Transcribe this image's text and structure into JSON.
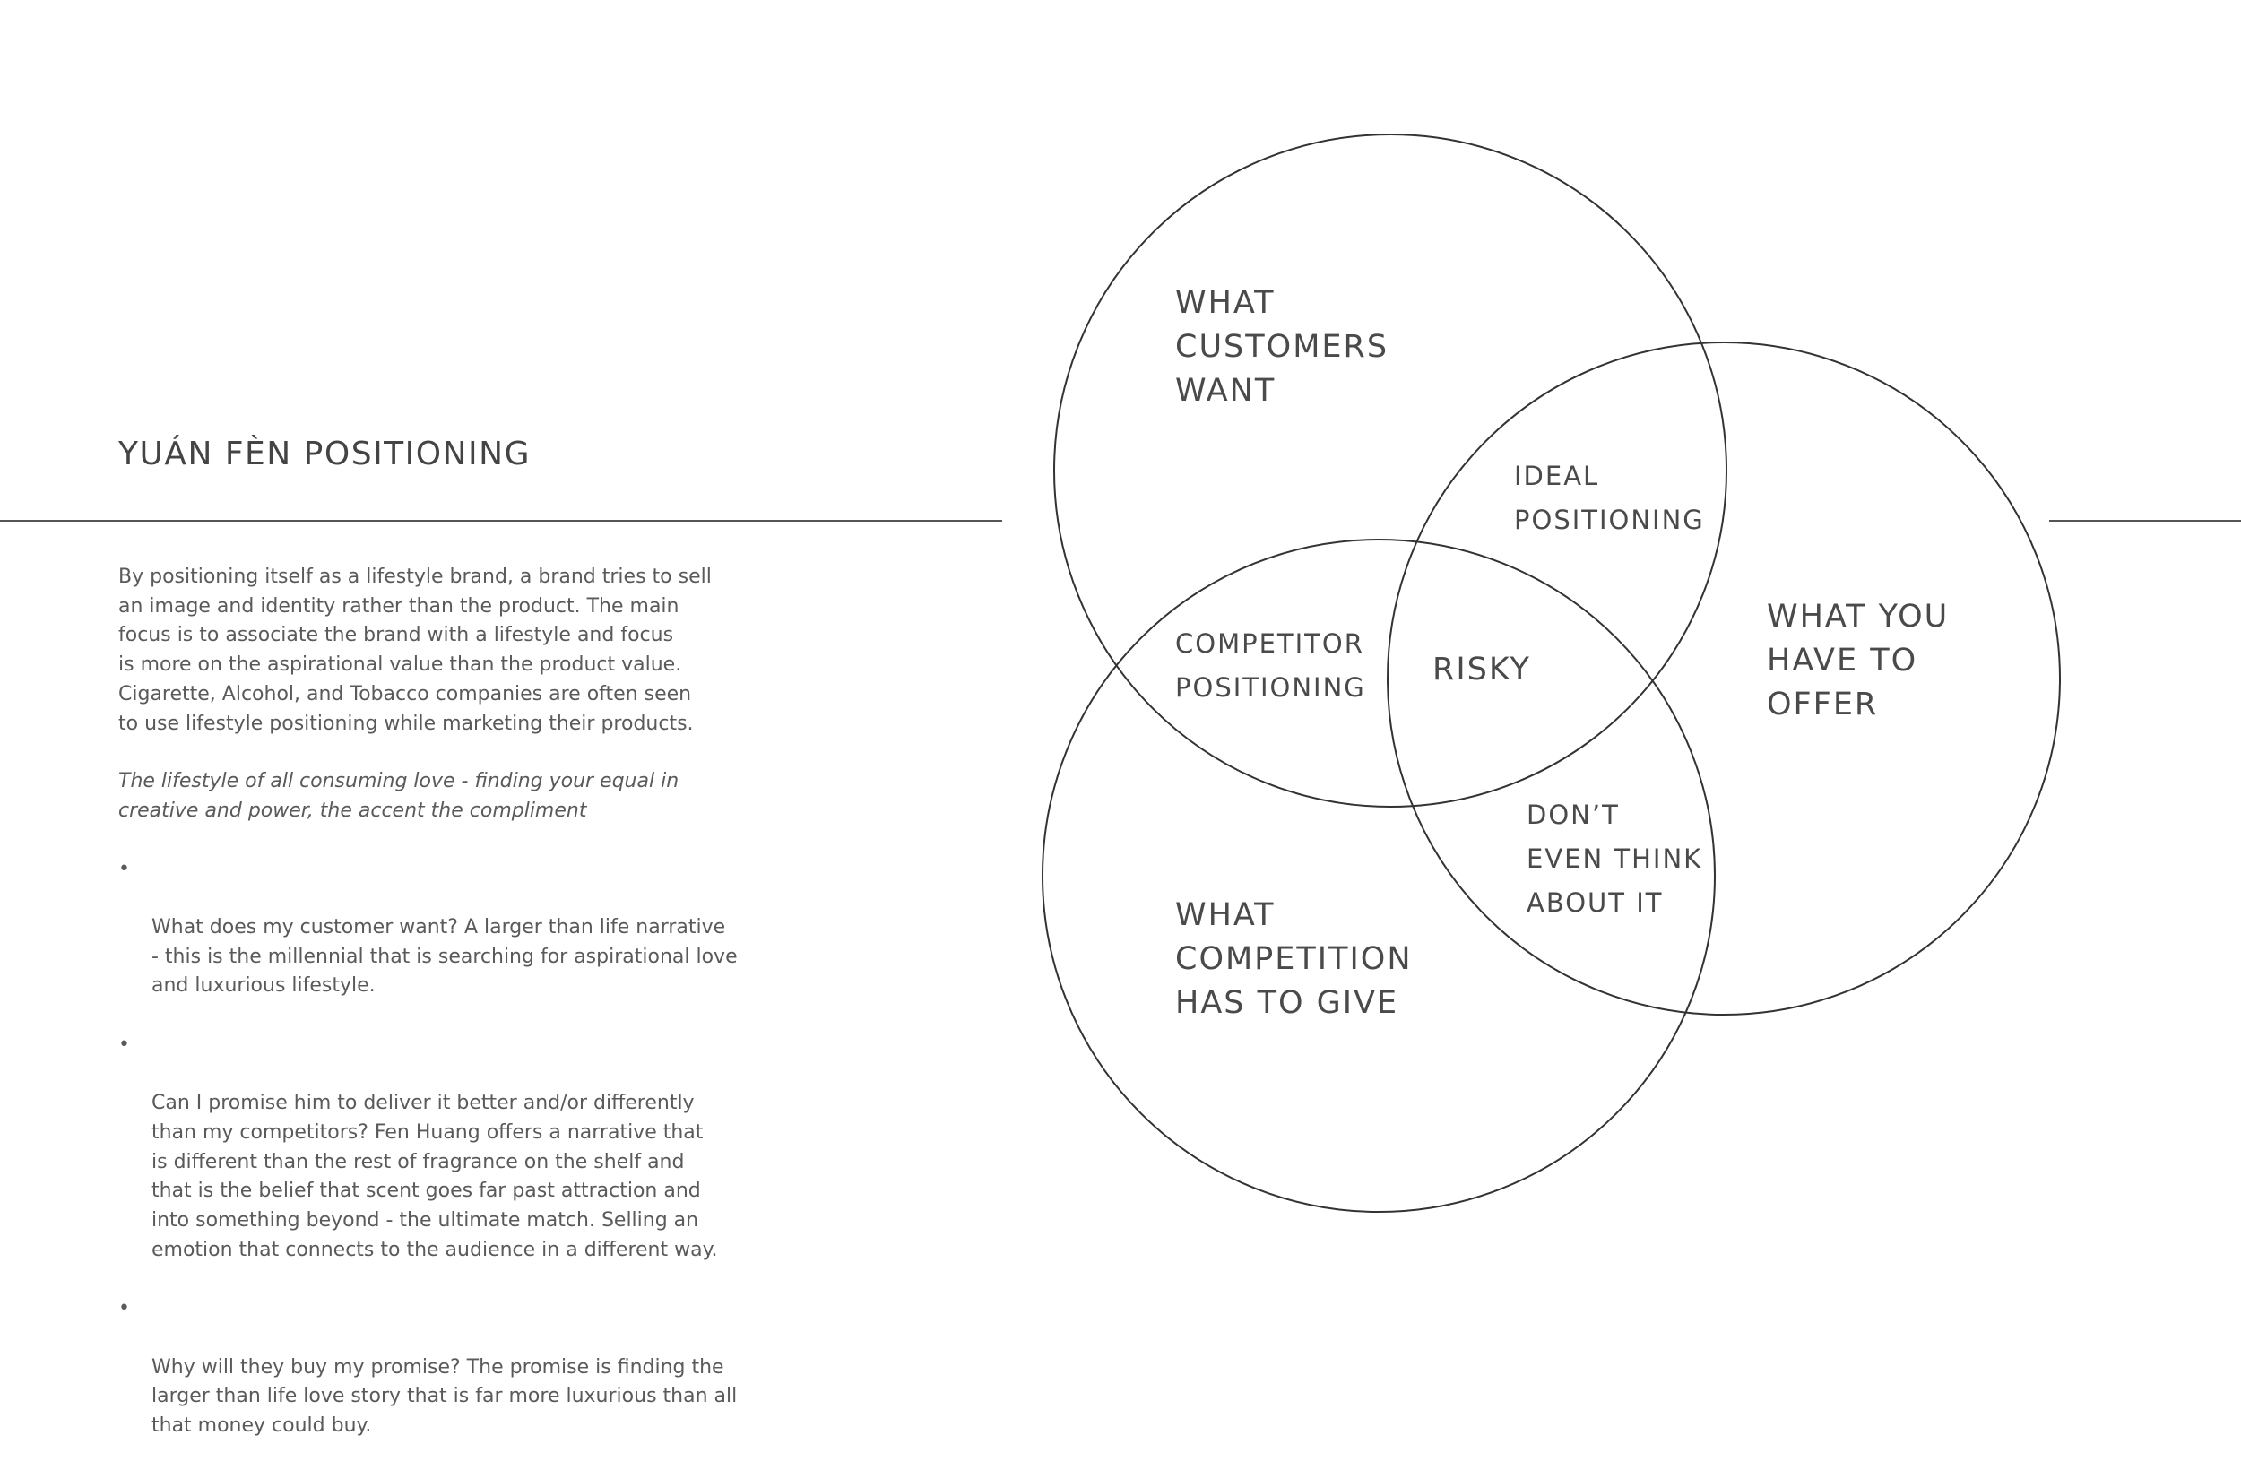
{
  "page": {
    "title": "YUÁN FÈN POSITIONING",
    "intro": "By positioning itself as a lifestyle brand, a brand tries to sell\nan image and identity rather than the product. The main\nfocus is to associate the brand with a lifestyle and focus\nis more on the aspirational value than the product value.\nCigarette, Alcohol, and Tobacco companies are often seen\nto use lifestyle positioning while marketing their products.",
    "tagline": "The lifestyle of all consuming love - finding your equal in\ncreative and power, the accent the compliment",
    "bullet_symbol": "•",
    "bullets": [
      "What does my customer want? A larger than life narrative\n- this is the millennial that is searching for aspirational love\nand luxurious lifestyle.",
      "Can I promise him to deliver it better and/or differently\nthan my competitors? Fen Huang offers a narrative that\nis different than the rest of fragrance on the shelf and\nthat is the belief that scent goes far past attraction and\ninto something beyond - the ultimate match. Selling an\nemotion that connects to the audience in a different way.",
      "Why will they buy my promise? The promise is finding the\nlarger than life love story that is far more luxurious than all\nthat money could buy."
    ]
  },
  "venn": {
    "stroke_color": "#333333",
    "text_color": "#4a4a4a",
    "circles": {
      "customers": "WHAT\nCUSTOMERS\nWANT",
      "offer": "WHAT YOU\nHAVE TO\nOFFER",
      "competition": "WHAT\nCOMPETITION\nHAS TO GIVE"
    },
    "intersections": {
      "ideal": "IDEAL\nPOSITIONING",
      "competitor": "COMPETITOR\nPOSITIONING",
      "dont": "DON’T\nEVEN THINK\nABOUT IT",
      "center": "RISKY"
    }
  }
}
